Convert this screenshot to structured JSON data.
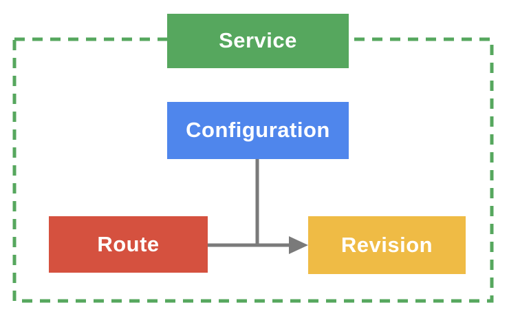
{
  "diagram": {
    "type": "architecture-diagram",
    "nodes": {
      "service": {
        "label": "Service"
      },
      "configuration": {
        "label": "Configuration"
      },
      "route": {
        "label": "Route"
      },
      "revision": {
        "label": "Revision"
      }
    },
    "connections": [
      {
        "from": "configuration",
        "to": "route-revision-line",
        "style": "plain-line"
      },
      {
        "from": "route",
        "to": "revision",
        "style": "arrow"
      }
    ],
    "boundary": {
      "style": "dashed",
      "encloses": [
        "configuration",
        "route",
        "revision"
      ],
      "overlapped_by": "service"
    }
  },
  "colors": {
    "service_green": "#56A75E",
    "boundary_green": "#56A75E",
    "configuration_blue": "#4F86EC",
    "route_red": "#D5513F",
    "revision_yellow": "#EFBB45",
    "connector_gray": "#7A7A7A",
    "label_white": "#FFFFFF",
    "background_white": "#FFFFFF"
  }
}
